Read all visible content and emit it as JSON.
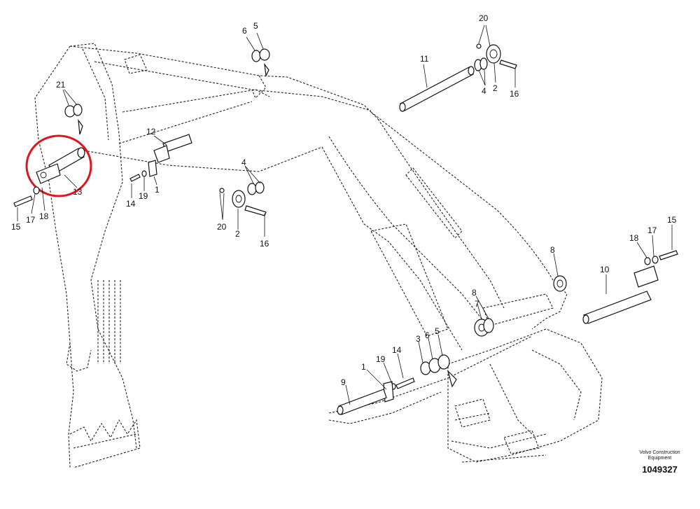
{
  "callouts": [
    {
      "id": "c20a",
      "text": "20"
    },
    {
      "id": "c11",
      "text": "11"
    },
    {
      "id": "c4a",
      "text": "4"
    },
    {
      "id": "c2a",
      "text": "2"
    },
    {
      "id": "c16a",
      "text": "16"
    },
    {
      "id": "c6a",
      "text": "6"
    },
    {
      "id": "c5a",
      "text": "5"
    },
    {
      "id": "c21",
      "text": "21"
    },
    {
      "id": "c12",
      "text": "12"
    },
    {
      "id": "c13",
      "text": "13"
    },
    {
      "id": "c15a",
      "text": "15"
    },
    {
      "id": "c17a",
      "text": "17"
    },
    {
      "id": "c18a",
      "text": "18"
    },
    {
      "id": "c14a",
      "text": "14"
    },
    {
      "id": "c19a",
      "text": "19"
    },
    {
      "id": "c1a",
      "text": "1"
    },
    {
      "id": "c4b",
      "text": "4"
    },
    {
      "id": "c20b",
      "text": "20"
    },
    {
      "id": "c2b",
      "text": "2"
    },
    {
      "id": "c16b",
      "text": "16"
    },
    {
      "id": "c8a",
      "text": "8"
    },
    {
      "id": "c15b",
      "text": "15"
    },
    {
      "id": "c17b",
      "text": "17"
    },
    {
      "id": "c18b",
      "text": "18"
    },
    {
      "id": "c10",
      "text": "10"
    },
    {
      "id": "c7",
      "text": "7"
    },
    {
      "id": "c8b",
      "text": "8"
    },
    {
      "id": "c3",
      "text": "3"
    },
    {
      "id": "c6b",
      "text": "6"
    },
    {
      "id": "c5b",
      "text": "5"
    },
    {
      "id": "c14b",
      "text": "14"
    },
    {
      "id": "c19b",
      "text": "19"
    },
    {
      "id": "c1b",
      "text": "1"
    },
    {
      "id": "c9",
      "text": "9"
    }
  ],
  "brand": {
    "line1": "Volvo Construction",
    "line2": "Equipment",
    "code": "1049327"
  },
  "highlight": {
    "color": "#e0141e",
    "target": "13"
  }
}
